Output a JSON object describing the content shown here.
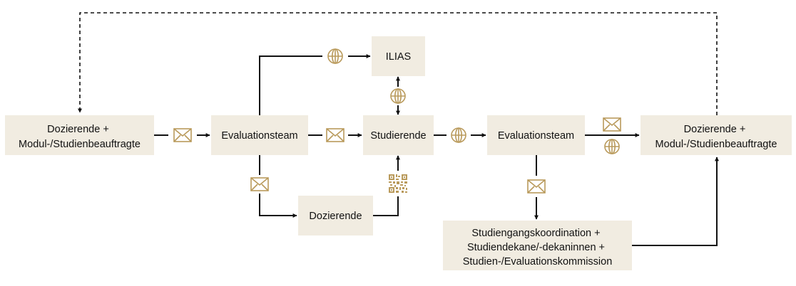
{
  "diagram": {
    "colors": {
      "box_fill": "#f1ece1",
      "icon": "#b99a5b",
      "line": "#111111",
      "background": "#ffffff"
    },
    "nodes": {
      "dozierende_left": {
        "lines": [
          "Dozierende +",
          "Modul-/Studienbeauftragte"
        ]
      },
      "evaluationsteam_1": {
        "lines": [
          "Evaluationsteam"
        ]
      },
      "ilias": {
        "lines": [
          "ILIAS"
        ]
      },
      "studierende": {
        "lines": [
          "Studierende"
        ]
      },
      "dozierende_mid": {
        "lines": [
          "Dozierende"
        ]
      },
      "evaluationsteam_2": {
        "lines": [
          "Evaluationsteam"
        ]
      },
      "dozierende_right": {
        "lines": [
          "Dozierende +",
          "Modul-/Studienbeauftragte"
        ]
      },
      "kommission": {
        "lines": [
          "Studiengangskoordination +",
          "Studiendekane/-dekaninnen +",
          "Studien-/Evaluationskommission"
        ]
      }
    },
    "edges": [
      {
        "from": "dozierende_left",
        "to": "evaluationsteam_1",
        "channel": "envelope-icon"
      },
      {
        "from": "evaluationsteam_1",
        "to": "ilias",
        "channel": "globe-icon"
      },
      {
        "from": "evaluationsteam_1",
        "to": "studierende",
        "channel": "envelope-icon"
      },
      {
        "from": "evaluationsteam_1",
        "to": "dozierende_mid",
        "channel": "envelope-icon"
      },
      {
        "from": "dozierende_mid",
        "to": "studierende",
        "channel": "qr-code-icon"
      },
      {
        "from": "ilias",
        "to": "studierende",
        "channel": "globe-icon",
        "bidirectional": true
      },
      {
        "from": "studierende",
        "to": "evaluationsteam_2",
        "channel": "globe-icon"
      },
      {
        "from": "evaluationsteam_2",
        "to": "dozierende_right",
        "channels": [
          "envelope-icon",
          "globe-icon"
        ]
      },
      {
        "from": "evaluationsteam_2",
        "to": "kommission",
        "channel": "envelope-icon"
      },
      {
        "from": "kommission",
        "to": "dozierende_right",
        "channel": "none"
      },
      {
        "from": "dozierende_right",
        "to": "dozierende_left",
        "channel": "none",
        "style": "dashed"
      }
    ]
  }
}
